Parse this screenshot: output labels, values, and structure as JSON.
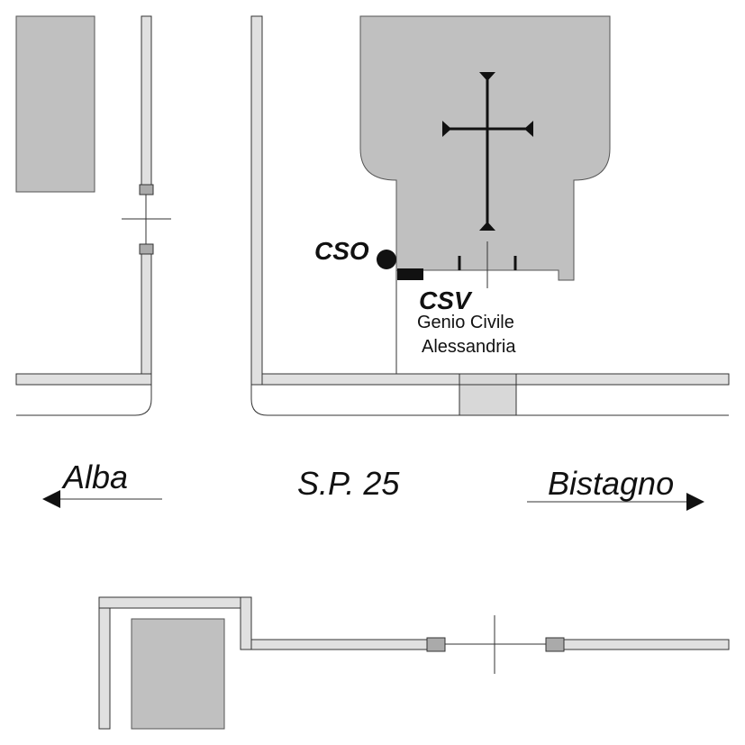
{
  "labels": {
    "cso": "CSO",
    "csv": "CSV",
    "office_line1": "Genio Civile",
    "office_line2": "Alessandria",
    "road": "S.P. 25",
    "west_destination": "Alba",
    "east_destination": "Bistagno"
  },
  "icons": {
    "church_cross": "cross-icon",
    "station_marker": "circle-marker-icon",
    "sensor_marker": "rectangle-marker-icon",
    "west_arrow": "arrow-left-icon",
    "east_arrow": "arrow-right-icon"
  },
  "colors": {
    "building_fill": "#c0c0c0",
    "wall_fill": "#e0e0e0",
    "outline": "#333333",
    "ink": "#111111",
    "background": "#ffffff"
  }
}
